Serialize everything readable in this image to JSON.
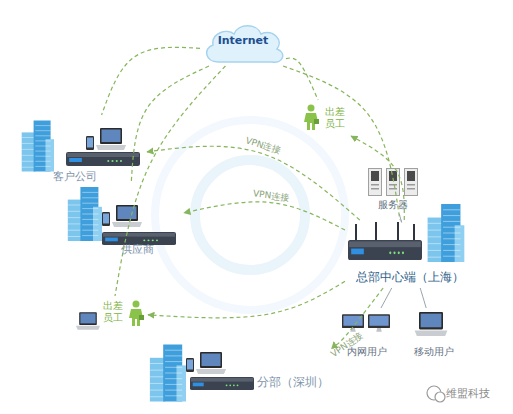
{
  "diagram": {
    "nodes": [
      {
        "text": [
          "Internet"
        ]
      },
      {
        "text": [
          "出差 员工"
        ]
      },
      {
        "text": [
          "客户公司"
        ]
      },
      {
        "text": [
          "供应商"
        ]
      },
      {
        "text": [
          "服务器"
        ]
      },
      {
        "text": [
          "总部中心端（上海）"
        ]
      },
      {
        "text": [
          "出差 员工"
        ]
      },
      {
        "text": [
          "内网用户"
        ]
      },
      {
        "text": [
          "移动用户"
        ]
      },
      {
        "text": [
          "分部（深圳）"
        ]
      }
    ],
    "edges": [
      {
        "from": 0,
        "to": 2,
        "arrow": "none"
      },
      {
        "from": 0,
        "to": 3,
        "arrow": "none"
      },
      {
        "from": 0,
        "to": 1,
        "arrow": "none"
      },
      {
        "from": 0,
        "to": 5,
        "arrow": "none"
      },
      {
        "from": 0,
        "to": 6,
        "arrow": "none"
      },
      {
        "from": 5,
        "to": 2,
        "label": "VPN连接",
        "arrow": "to"
      },
      {
        "from": 5,
        "to": 3,
        "label": "VPN连接",
        "arrow": "to"
      },
      {
        "from": 5,
        "to": 1,
        "arrow": "to"
      },
      {
        "from": 5,
        "to": 6,
        "arrow": "to"
      },
      {
        "from": 5,
        "to": 9,
        "label": "VPN连接",
        "arrow": "to"
      },
      {
        "from": 5,
        "to": 4,
        "arrow": "none"
      },
      {
        "from": 5,
        "to": 7,
        "arrow": "none"
      },
      {
        "from": 5,
        "to": 8,
        "arrow": "none"
      }
    ],
    "labels": [
      "维盟科技"
    ]
  }
}
